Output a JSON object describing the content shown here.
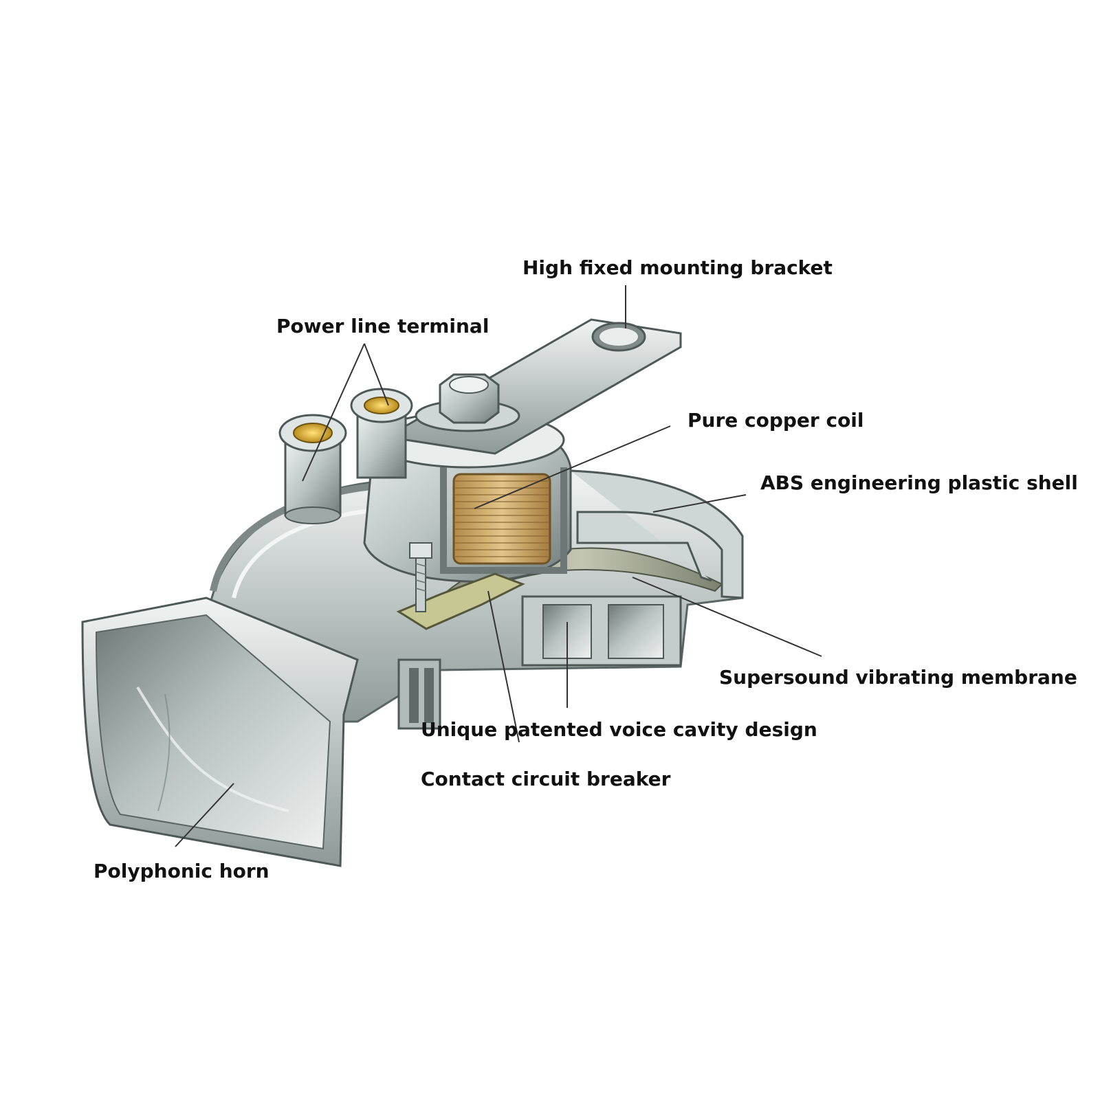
{
  "labels": {
    "bracket": "High fixed mounting bracket",
    "terminal": "Power line terminal",
    "coil": "Pure copper coil",
    "shell": "ABS engineering plastic shell",
    "membrane": "Supersound vibrating membrane",
    "cavity": "Unique patented voice cavity design",
    "breaker": "Contact circuit breaker",
    "horn": "Polyphonic horn"
  },
  "colors": {
    "background": "#ffffff",
    "metal_light": "#d9e0df",
    "metal_mid": "#aab5b4",
    "metal_dark": "#5f6b6a",
    "copper": "#c9a463",
    "terminal_brass": "#e0b23a",
    "leader": "#333333"
  }
}
